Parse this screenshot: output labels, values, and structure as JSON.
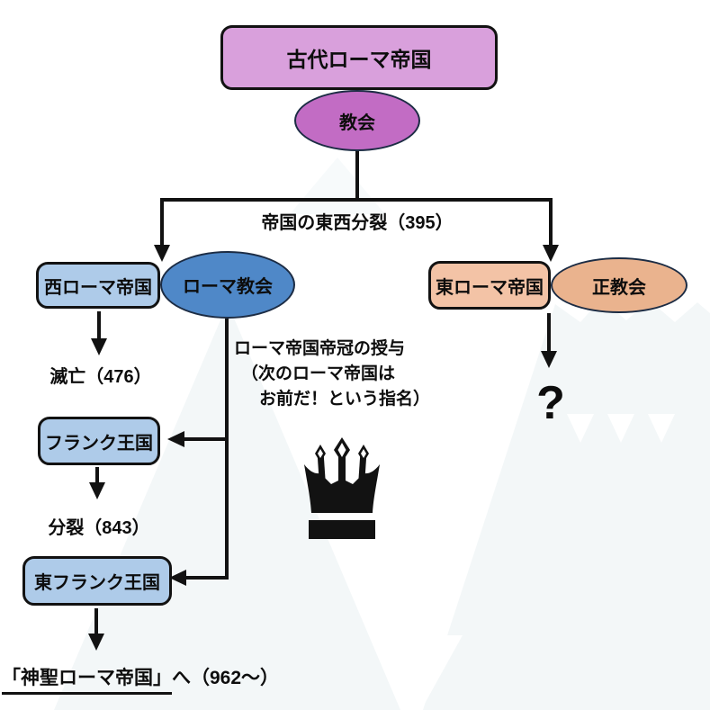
{
  "diagram": {
    "nodes": {
      "ancient_rome": "古代ローマ帝国",
      "church": "教会",
      "west_rome": "西ローマ帝国",
      "roman_church": "ローマ教会",
      "east_rome": "東ローマ帝国",
      "orthodox_church": "正教会",
      "frank_kingdom": "フランク王国",
      "east_frank_kingdom": "東フランク王国"
    },
    "labels": {
      "split": "帝国の東西分裂（395）",
      "fall": "滅亡（476）",
      "division": "分裂（843）",
      "holy_rome_underlined": "「神聖ローマ帝国」",
      "holy_rome_rest": "へ（962〜）",
      "question_mark": "?",
      "crown_note_line1": "ローマ帝国帝冠の授与",
      "crown_note_line2": "（次のローマ帝国は",
      "crown_note_line3": "お前だ！という指名）"
    },
    "icons": {
      "crown": "crown-icon"
    },
    "colors": {
      "ancient_rome_fill": "#d9a0dc",
      "church_fill": "#c26cc4",
      "west_boxes_fill": "#aecbe9",
      "roman_church_fill": "#4f88c8",
      "east_rome_fill": "#f3c3a6",
      "orthodox_fill": "#eab38e",
      "line_color": "#121212",
      "watermark_gray": "#f3f7f8"
    }
  }
}
